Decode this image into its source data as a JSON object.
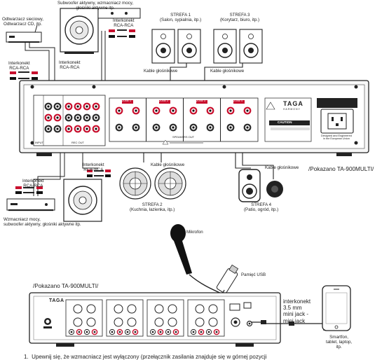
{
  "labels": {
    "subwoofer_top": "Subwoofer aktywny, wzmacniacz mocy,\ngłośniki aktywne itp.",
    "cd_player": "Odtwarzacz sieciowy,\nOdtwarzacz CD, itp.",
    "interconnect_rca_1": "Interkonekt\nRCA-RCA",
    "interconnect_rca_2": "Interkonekt\nRCA-RCA",
    "interconnect_rca_3": "Interkonekt\nRCA-RCA",
    "interconnect_rca_4": "Interkonekt\nRCA-RCA",
    "interconnect_rca_5": "Interkonekt\nRCA-RCA",
    "zone1": "STREFA 1\n(Salon, sypialnia, itp.)",
    "zone3": "STREFA 3\n(Korytarz, biuro, itp.)",
    "speaker_cables_1": "Kable głośnikowe",
    "speaker_cables_2": "Kable głośnikowe",
    "speaker_cables_3": "Kable głośnikowe",
    "speaker_cables_4": "Kable głośnikowe",
    "zone2": "STREFA 2\n(Kuchnia, łazienka, itp.)",
    "zone4": "STREFA 4\n(Patio, ogród, itp.)",
    "power_amp_bottom": "Wzmacniacz mocy,\nsubwoofer aktywny, głośniki aktywne itp.",
    "shown_back": "/Pokazano TA-900MULTI/",
    "microphone": "Mikrofon",
    "usb_memory": "Pamięć USB",
    "shown_front": "/Pokazano TA-900MULTI/",
    "jack_interconnect": "interkonekt\n3.5 mm\nmini jack -\nmini jack",
    "smartphone": "Smartfon,\ntablet, laptop,\nitp.",
    "brand": "TAGA",
    "brand_sub": "HARMONY",
    "panel_input": "INPUT",
    "panel_rec_out": "REC OUT",
    "panel_speakers_out": "SPEAKERS OUT",
    "zone_tags": [
      "ZONE 1",
      "ZONE 2",
      "ZONE 3",
      "ZONE 4"
    ],
    "caution": "CAUTION",
    "designed": "Designed and Engineered\nin the European Union",
    "footnote": "1.  Upewnij się, że wzmacniacz jest wyłączony (przełącznik zasilania znajduje się w górnej pozycji"
  }
}
